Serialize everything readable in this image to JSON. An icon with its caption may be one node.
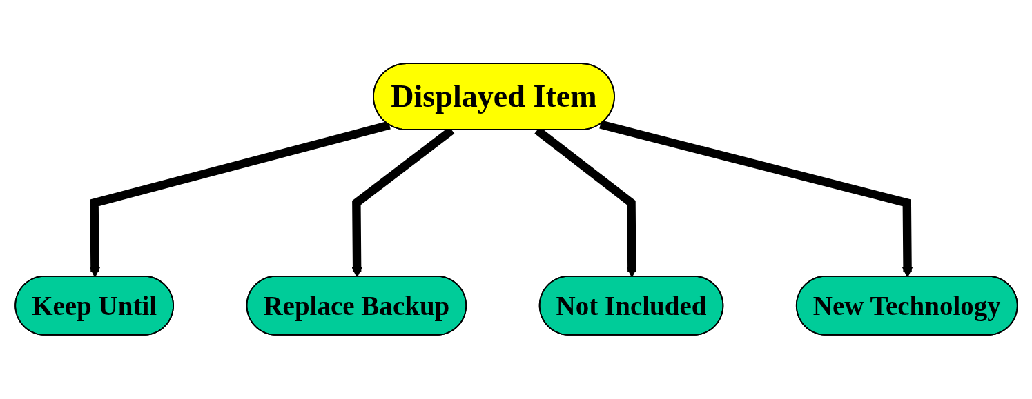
{
  "diagram": {
    "nodes": [
      {
        "text": [
          "Displayed Item"
        ]
      },
      {
        "text": [
          "Keep Until"
        ]
      },
      {
        "text": [
          "Replace Backup"
        ]
      },
      {
        "text": [
          "Not Included"
        ]
      },
      {
        "text": [
          "New Technology"
        ]
      }
    ],
    "edges": [
      {
        "from": 0,
        "to": 1,
        "arrow": "to"
      },
      {
        "from": 0,
        "to": 2,
        "arrow": "to"
      },
      {
        "from": 0,
        "to": 3,
        "arrow": "to"
      },
      {
        "from": 0,
        "to": 4,
        "arrow": "to"
      }
    ]
  }
}
